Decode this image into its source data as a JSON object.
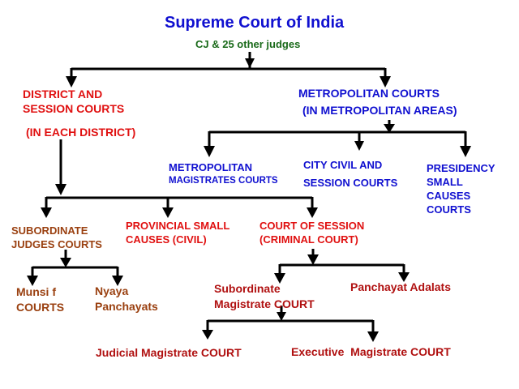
{
  "title": "Supreme Court of India",
  "subtitle": "CJ & 25 other judges",
  "nodes": {
    "district": {
      "line1": "DISTRICT AND",
      "line2": "SESSION COURTS",
      "note": "(IN EACH DISTRICT)"
    },
    "metro": {
      "line1": "METROPOLITAN COURTS",
      "note": "(IN METROPOLITAN AREAS)"
    },
    "metro_magistrates": {
      "line1": "METROPOLITAN",
      "line2": "MAGISTRATES COURTS"
    },
    "city_civil": {
      "line1": "CITY CIVIL AND",
      "line2": "SESSION COURTS"
    },
    "presidency": {
      "line1": "PRESIDENCY",
      "line2": "SMALL",
      "line3": "CAUSES",
      "line4": "COURTS"
    },
    "subordinate_judges": {
      "line1": "SUBORDINATE",
      "line2": "JUDGES COURTS"
    },
    "provincial": {
      "line1": "PROVINCIAL SMALL",
      "line2": "CAUSES (CIVIL)"
    },
    "court_session": {
      "line1": "COURT OF SESSION",
      "line2": "(CRIMINAL COURT)"
    },
    "munsif": {
      "line1": "Munsi f",
      "line2": "COURTS"
    },
    "nyaya": {
      "line1": "Nyaya",
      "line2": "Panchayats"
    },
    "sub_magistrate": {
      "line1": "Subordinate",
      "line2": "Magistrate COURT"
    },
    "panchayat_adalats": {
      "line1": "Panchayat Adalats"
    },
    "judicial_magistrate": {
      "line1": "Judicial Magistrate COURT"
    },
    "executive_magistrate": {
      "line1": "Executive  Magistrate COURT"
    }
  },
  "colors": {
    "blue": "#1010d0",
    "green": "#1a6a1a",
    "red": "#e01010",
    "darkred": "#b01010",
    "brown": "#9a4010",
    "line": "#000000"
  }
}
